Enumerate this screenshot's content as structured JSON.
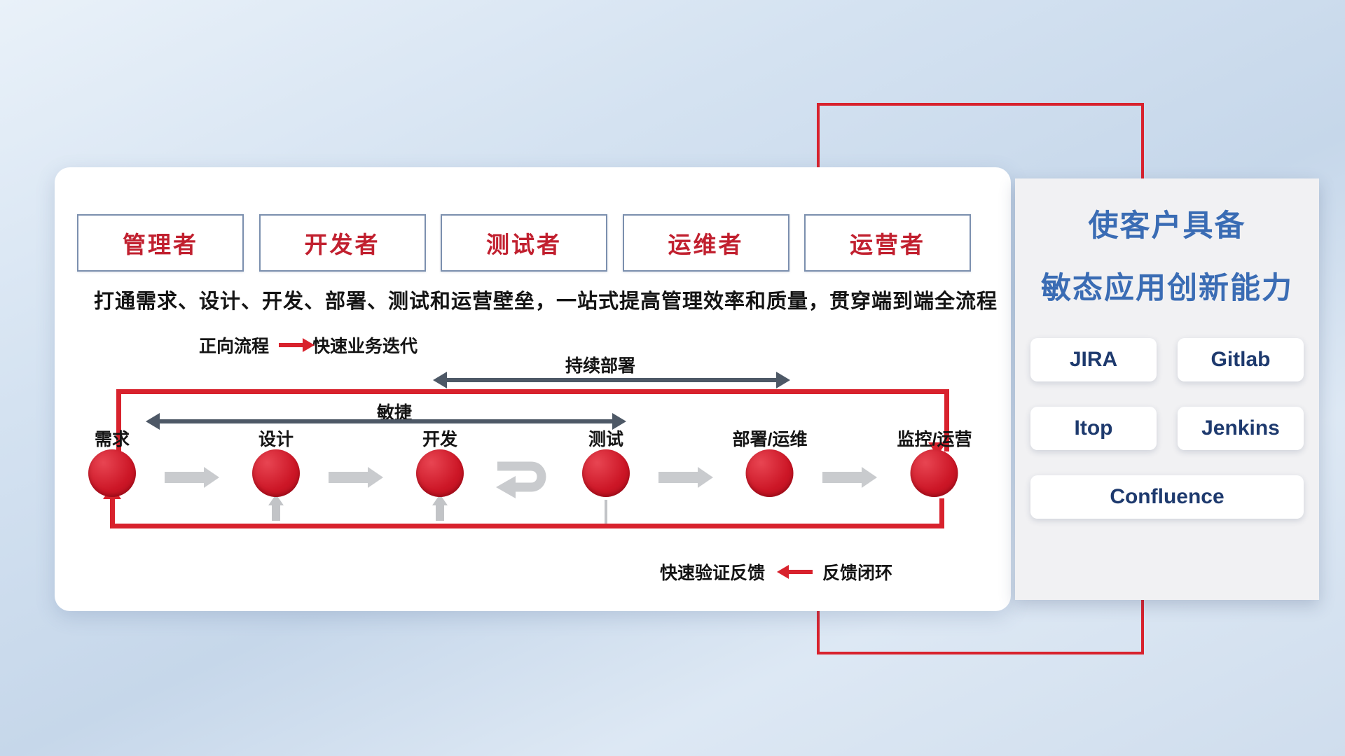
{
  "roles": [
    {
      "label": "管理者"
    },
    {
      "label": "开发者"
    },
    {
      "label": "测试者"
    },
    {
      "label": "运维者"
    },
    {
      "label": "运营者"
    }
  ],
  "headline": "打通需求、设计、开发、部署、测试和运营壁垒，一站式提高管理效率和质量，贯穿端到端全流程",
  "legend": {
    "forward_label": "正向流程",
    "forward_value": "快速业务迭代",
    "feedback_value": "快速验证反馈",
    "feedback_label": "反馈闭环"
  },
  "arrows": {
    "continuous_deploy": "持续部署",
    "agile": "敏捷"
  },
  "steps": [
    {
      "label": "需求"
    },
    {
      "label": "设计"
    },
    {
      "label": "开发"
    },
    {
      "label": "测试"
    },
    {
      "label": "部署/运维"
    },
    {
      "label": "监控/运营"
    }
  ],
  "right_panel": {
    "title_line1": "使客户具备",
    "title_line2": "敏态应用创新能力",
    "tools": [
      {
        "name": "JIRA"
      },
      {
        "name": "Gitlab"
      },
      {
        "name": "Itop"
      },
      {
        "name": "Jenkins"
      },
      {
        "name": "Confluence"
      }
    ]
  },
  "colors": {
    "accent_red": "#d8222d",
    "title_blue": "#3a6cb4",
    "tool_navy": "#1e3a6e",
    "role_red": "#c1202f",
    "dark_arrow": "#4d5866",
    "gray_arrow": "#c9cbce"
  }
}
